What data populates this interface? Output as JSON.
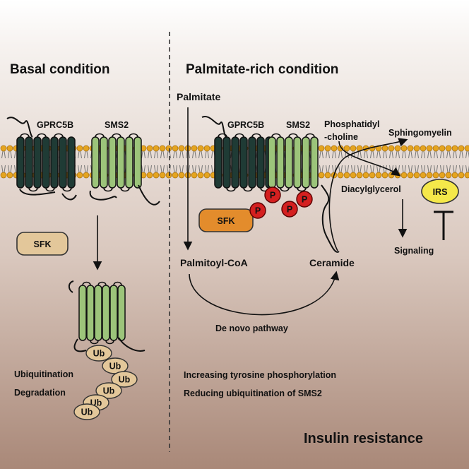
{
  "panels": {
    "basal": {
      "title": "Basal condition",
      "gprc5b_label": "GPRC5B",
      "sms2_label": "SMS2",
      "sfk_label": "SFK",
      "ubiquitination_label": "Ubiquitination",
      "degradation_label": "Degradation",
      "ub_label": "Ub"
    },
    "palmitate": {
      "title": "Palmitate-rich condition",
      "palmitate_label": "Palmitate",
      "gprc5b_label": "GPRC5B",
      "sms2_label": "SMS2",
      "sfk_label": "SFK",
      "p_label": "P",
      "pc_line1": "Phosphatidyl",
      "pc_line2": "-choline",
      "sphingomyelin_label": "Sphingomyelin",
      "dag_label": "Diacylglycerol",
      "irs_label": "IRS",
      "signaling_label": "Signaling",
      "palmitoyl_coa_label": "Palmitoyl-CoA",
      "ceramide_label": "Ceramide",
      "denovo_label": "De novo pathway",
      "note1": "Increasing tyrosine phosphorylation",
      "note2": "Reducing ubiquitination of SMS2",
      "outcome": "Insulin resistance"
    }
  },
  "colors": {
    "gprc5b": "#1f3b35",
    "sms2": "#9cc47a",
    "sfk_basal": "#e3c79a",
    "sfk_palm": "#e38c2c",
    "phospho": "#d42020",
    "irs": "#f5e84a",
    "ub": "#e3c79a",
    "lipid_head": "#e5a41f"
  }
}
